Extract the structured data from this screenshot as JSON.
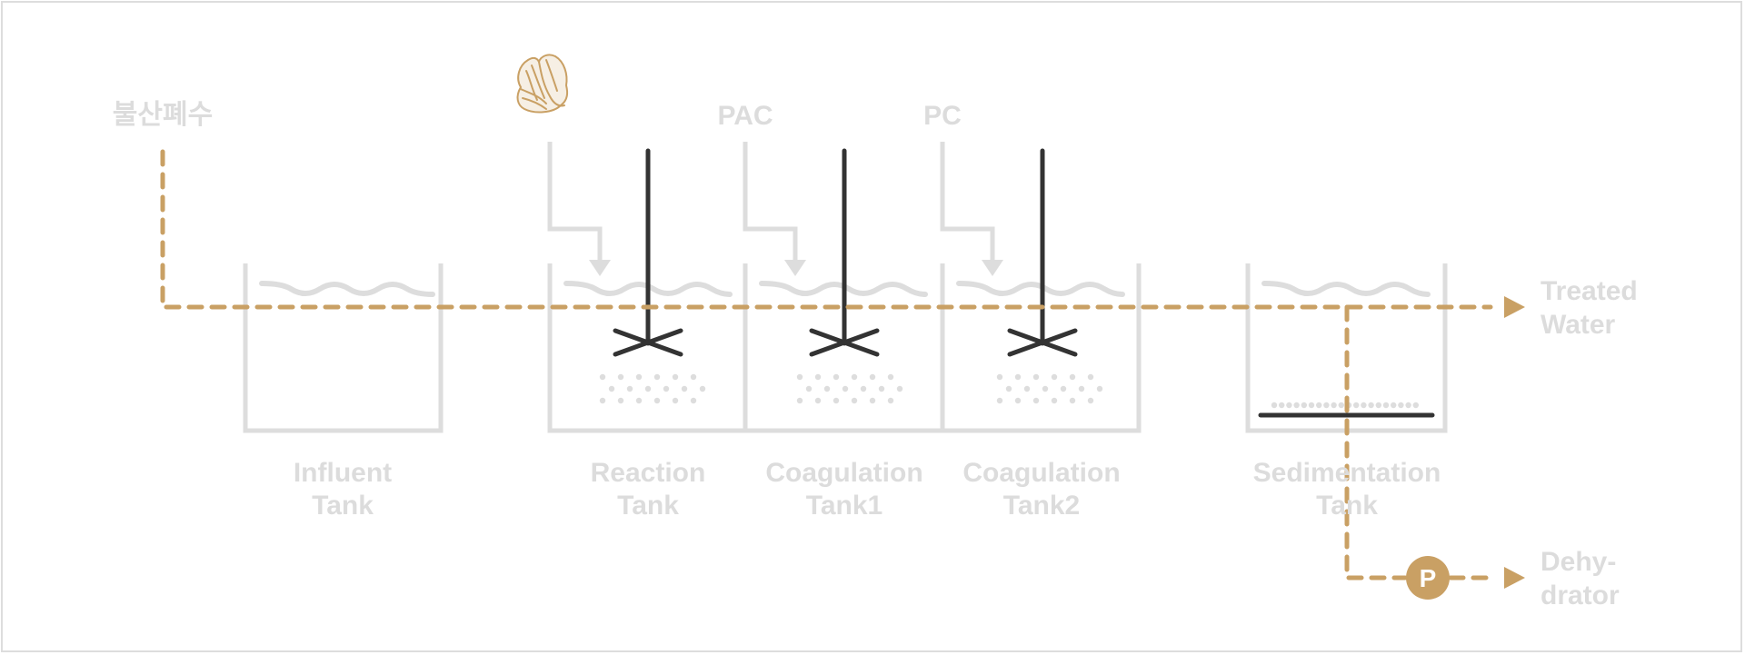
{
  "colors": {
    "flow": "#c9a064",
    "tank": "#dddddd",
    "mixer": "#333333",
    "label": "#dcdcdc",
    "pump": "#c9a064"
  },
  "inputs": {
    "wastewater": "불산폐수",
    "pac": "PAC",
    "pc": "PC",
    "oyster_icon": "oyster-shell-icon"
  },
  "tanks": {
    "influent": {
      "line1": "Influent",
      "line2": "Tank"
    },
    "reaction": {
      "line1": "Reaction",
      "line2": "Tank"
    },
    "coagulation1": {
      "line1": "Coagulation",
      "line2": "Tank1"
    },
    "coagulation2": {
      "line1": "Coagulation",
      "line2": "Tank2"
    },
    "sedimentation": {
      "line1": "Sedimentation",
      "line2": "Tank"
    }
  },
  "outputs": {
    "treated": {
      "line1": "Treated",
      "line2": "Water"
    },
    "dehydrator": {
      "line1": "Dehy-",
      "line2": "drator"
    }
  },
  "pump": {
    "label": "P"
  }
}
